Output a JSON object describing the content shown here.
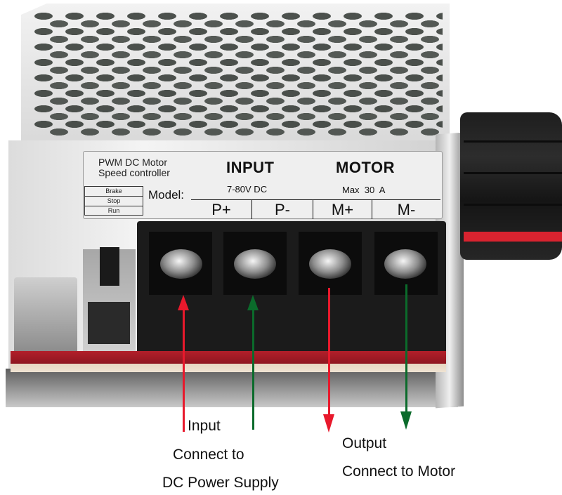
{
  "product": {
    "description": "PWM DC motor speed controller module photo with wiring annotations"
  },
  "label": {
    "title_line1": "PWM DC Motor",
    "title_line2": "Speed controller",
    "modes": [
      "Brake",
      "Stop",
      "Run"
    ],
    "model_label": "Model:",
    "input_heading": "INPUT",
    "input_spec": "7-80V DC",
    "motor_heading": "MOTOR",
    "motor_spec": "Max  30  A",
    "terminals": [
      "P+",
      "P-",
      "M+",
      "M-"
    ]
  },
  "annotations": {
    "input": {
      "line1": "Input",
      "line2": "Connect to",
      "line3": "DC Power Supply"
    },
    "output": {
      "line1": "Output",
      "line2": "Connect to Motor"
    },
    "arrows": [
      {
        "terminal": "P+",
        "direction": "up",
        "color": "#e8192c"
      },
      {
        "terminal": "P-",
        "direction": "up",
        "color": "#0b6b2b"
      },
      {
        "terminal": "M+",
        "direction": "down",
        "color": "#e8192c"
      },
      {
        "terminal": "M-",
        "direction": "down",
        "color": "#0b6b2b"
      }
    ]
  },
  "colors": {
    "knob": "#1e1e1e",
    "knob_stripe": "#d8232f",
    "pcb": "#b21f2a",
    "housing": "#e6e6e6"
  }
}
